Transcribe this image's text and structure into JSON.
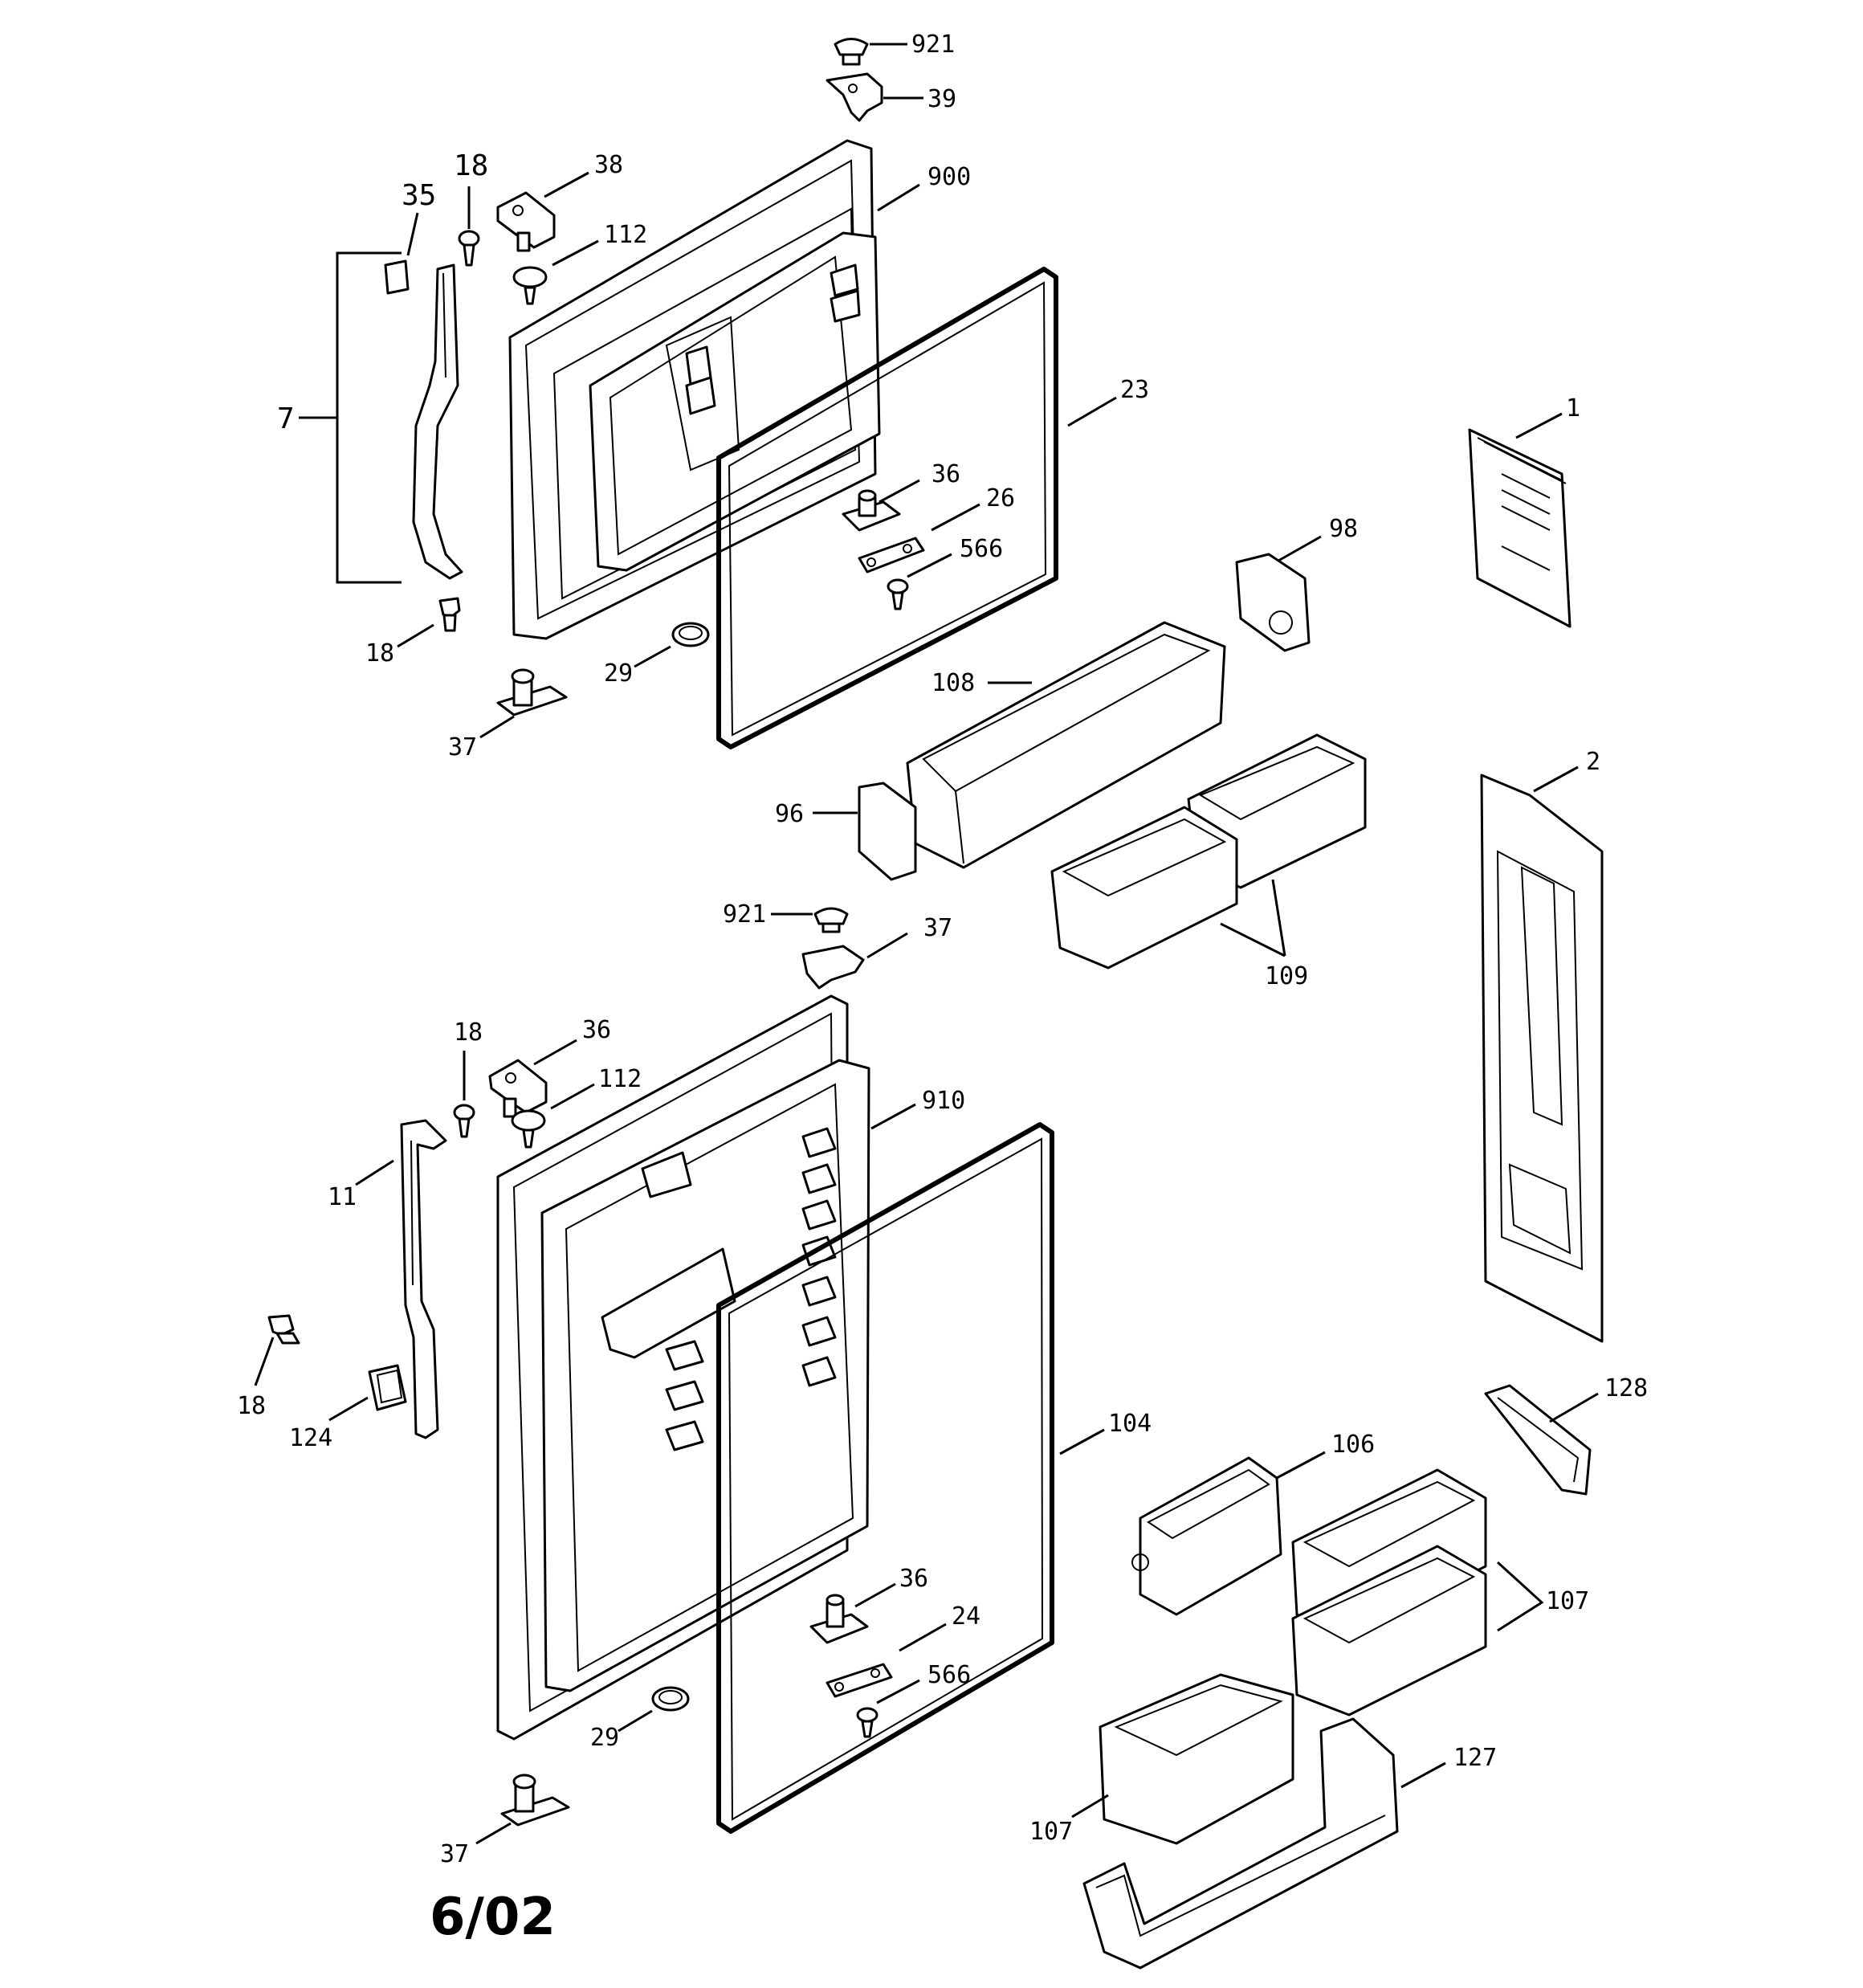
{
  "diagram": {
    "date_mark": "6/02",
    "callouts": [
      {
        "id": "c921a",
        "text": "921"
      },
      {
        "id": "c39",
        "text": "39"
      },
      {
        "id": "c38",
        "text": "38"
      },
      {
        "id": "c900",
        "text": "900"
      },
      {
        "id": "c18a",
        "text": "18"
      },
      {
        "id": "c35",
        "text": "35"
      },
      {
        "id": "c112a",
        "text": "112"
      },
      {
        "id": "c7",
        "text": "7"
      },
      {
        "id": "c23",
        "text": "23"
      },
      {
        "id": "c1",
        "text": "1"
      },
      {
        "id": "c36a",
        "text": "36"
      },
      {
        "id": "c26",
        "text": "26"
      },
      {
        "id": "c566a",
        "text": "566"
      },
      {
        "id": "c98",
        "text": "98"
      },
      {
        "id": "c18b",
        "text": "18"
      },
      {
        "id": "c29a",
        "text": "29"
      },
      {
        "id": "c108",
        "text": "108"
      },
      {
        "id": "c37a",
        "text": "37"
      },
      {
        "id": "c2",
        "text": "2"
      },
      {
        "id": "c96",
        "text": "96"
      },
      {
        "id": "c921b",
        "text": "921"
      },
      {
        "id": "c37b",
        "text": "37"
      },
      {
        "id": "c109",
        "text": "109"
      },
      {
        "id": "c18c",
        "text": "18"
      },
      {
        "id": "c36b",
        "text": "36"
      },
      {
        "id": "c112b",
        "text": "112"
      },
      {
        "id": "c910",
        "text": "910"
      },
      {
        "id": "c11",
        "text": "11"
      },
      {
        "id": "c18d",
        "text": "18"
      },
      {
        "id": "c124",
        "text": "124"
      },
      {
        "id": "c104",
        "text": "104"
      },
      {
        "id": "c128",
        "text": "128"
      },
      {
        "id": "c106",
        "text": "106"
      },
      {
        "id": "c107a",
        "text": "107"
      },
      {
        "id": "c36c",
        "text": "36"
      },
      {
        "id": "c24",
        "text": "24"
      },
      {
        "id": "c566b",
        "text": "566"
      },
      {
        "id": "c29b",
        "text": "29"
      },
      {
        "id": "c127",
        "text": "127"
      },
      {
        "id": "c107b",
        "text": "107"
      },
      {
        "id": "c37c",
        "text": "37"
      }
    ]
  }
}
